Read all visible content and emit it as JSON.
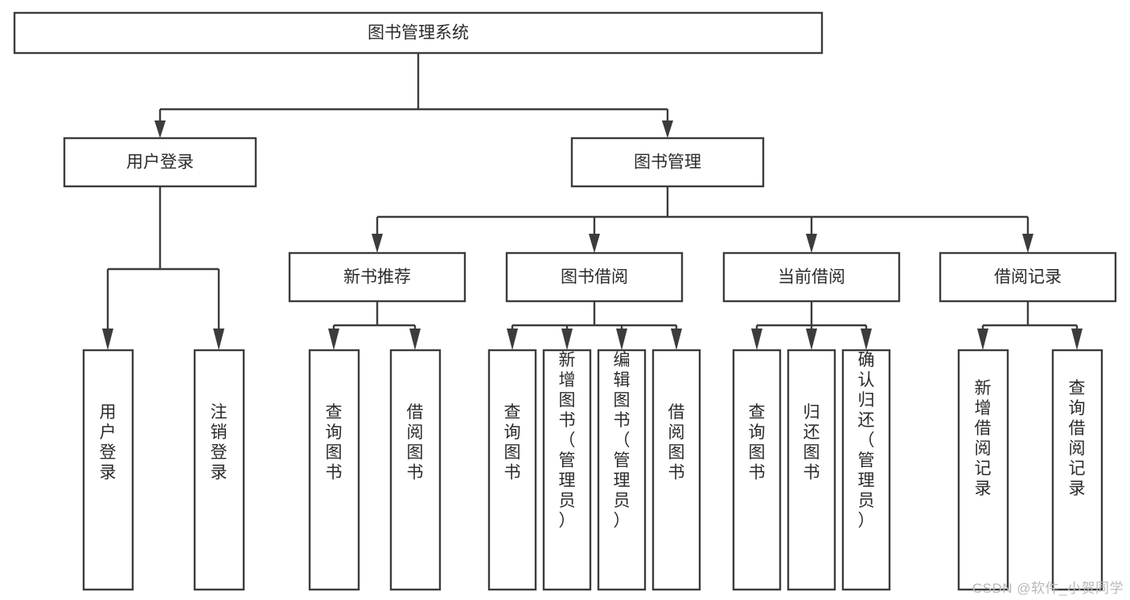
{
  "diagram": {
    "type": "tree",
    "title": "图书管理系统",
    "watermark": "CSDN @软件_小贺同学",
    "colors": {
      "stroke": "#3c3c3c",
      "fill": "#ffffff",
      "text": "#2b2b2b",
      "watermark": "#b9b9b9"
    },
    "nodes": {
      "root": {
        "label": "图书管理系统",
        "level": 0
      },
      "l1": [
        {
          "label": "用户登录",
          "level": 1
        },
        {
          "label": "图书管理",
          "level": 1
        }
      ],
      "l2": [
        {
          "label": "新书推荐",
          "level": 2,
          "parent": "图书管理"
        },
        {
          "label": "图书借阅",
          "level": 2,
          "parent": "图书管理"
        },
        {
          "label": "当前借阅",
          "level": 2,
          "parent": "图书管理"
        },
        {
          "label": "借阅记录",
          "level": 2,
          "parent": "图书管理"
        }
      ],
      "leaves": [
        {
          "label": "用户登录",
          "parent": "用户登录"
        },
        {
          "label": "注销登录",
          "parent": "用户登录"
        },
        {
          "label": "查询图书",
          "parent": "新书推荐"
        },
        {
          "label": "借阅图书",
          "parent": "新书推荐"
        },
        {
          "label": "查询图书",
          "parent": "图书借阅"
        },
        {
          "label": "新增图书（管理员）",
          "parent": "图书借阅"
        },
        {
          "label": "编辑图书（管理员）",
          "parent": "图书借阅"
        },
        {
          "label": "借阅图书",
          "parent": "图书借阅"
        },
        {
          "label": "查询图书",
          "parent": "当前借阅"
        },
        {
          "label": "归还图书",
          "parent": "当前借阅"
        },
        {
          "label": "确认归还（管理员）",
          "parent": "当前借阅"
        },
        {
          "label": "新增借阅记录",
          "parent": "借阅记录"
        },
        {
          "label": "查询借阅记录",
          "parent": "借阅记录"
        }
      ]
    }
  }
}
